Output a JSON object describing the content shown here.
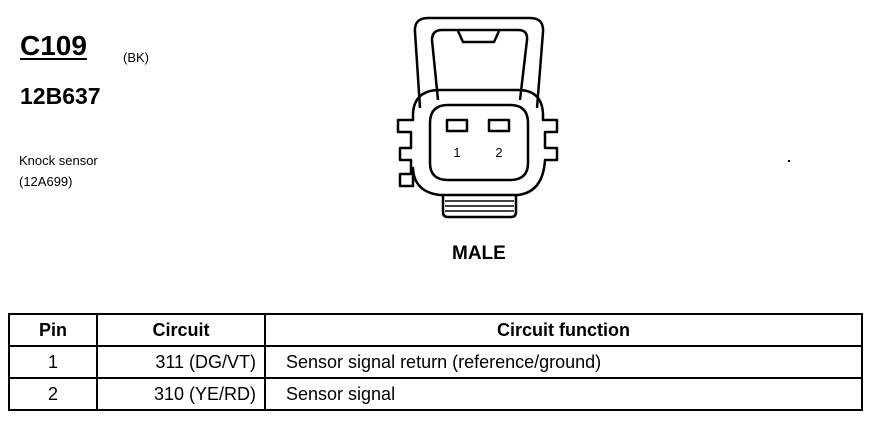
{
  "connector": {
    "code": "C109",
    "color": "(BK)",
    "part_number": "12B637",
    "component_name": "Knock sensor",
    "component_part": "(12A699)"
  },
  "diagram": {
    "pin_labels": [
      "1",
      "2"
    ],
    "view_label": "MALE"
  },
  "table": {
    "headers": {
      "pin": "Pin",
      "circuit": "Circuit",
      "function": "Circuit function"
    },
    "rows": [
      {
        "pin": "1",
        "circuit": "311 (DG/VT)",
        "function": "Sensor signal return (reference/ground)"
      },
      {
        "pin": "2",
        "circuit": "310 (YE/RD)",
        "function": "Sensor signal"
      }
    ]
  }
}
